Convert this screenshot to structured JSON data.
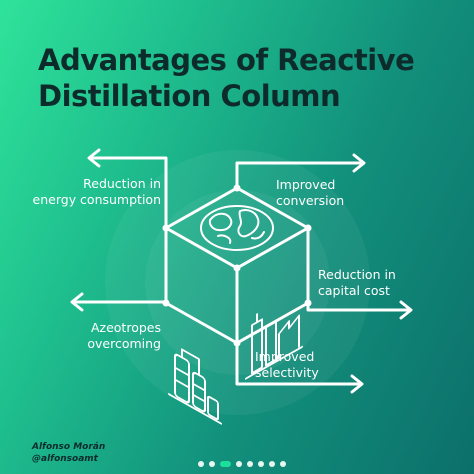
{
  "title": {
    "line1": "Advantages of Reactive",
    "line2": "Distillation Column"
  },
  "advantages": [
    {
      "line1": "Reduction in",
      "line2": "energy consumption"
    },
    {
      "line1": "Improved",
      "line2": "conversion"
    },
    {
      "line1": "Reduction in",
      "line2": "capital cost"
    },
    {
      "line1": "Azeotropes",
      "line2": "overcoming"
    },
    {
      "line1": "Improved",
      "line2": "selectivity"
    }
  ],
  "icons": {
    "top_face": "earth-icon",
    "left_face": "distillation-plant-icon",
    "right_face": "factory-icon"
  },
  "author": {
    "name": "Alfonso Morán",
    "handle": "@alfonsoamt"
  },
  "pagination": {
    "total": 8,
    "active": 2
  },
  "colors": {
    "background_start": "#2fe39a",
    "background_end": "#0c6f6a",
    "title": "#0d2b2b",
    "lines": "#ffffff"
  }
}
